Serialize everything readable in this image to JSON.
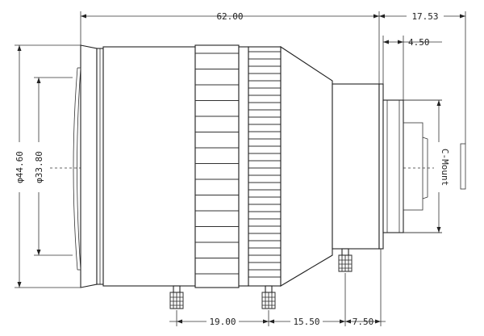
{
  "dimensions": {
    "overall_length": "62.00",
    "rear_protrusion": "17.53",
    "flange_offset": "4.50",
    "front_diameter": "φ44.60",
    "filter_diameter": "φ33.80",
    "screw1_to_screw2": "19.00",
    "screw2_to_screw3": "15.50",
    "screw3_to_flange": "7.50"
  },
  "mount_label": "C-Mount"
}
